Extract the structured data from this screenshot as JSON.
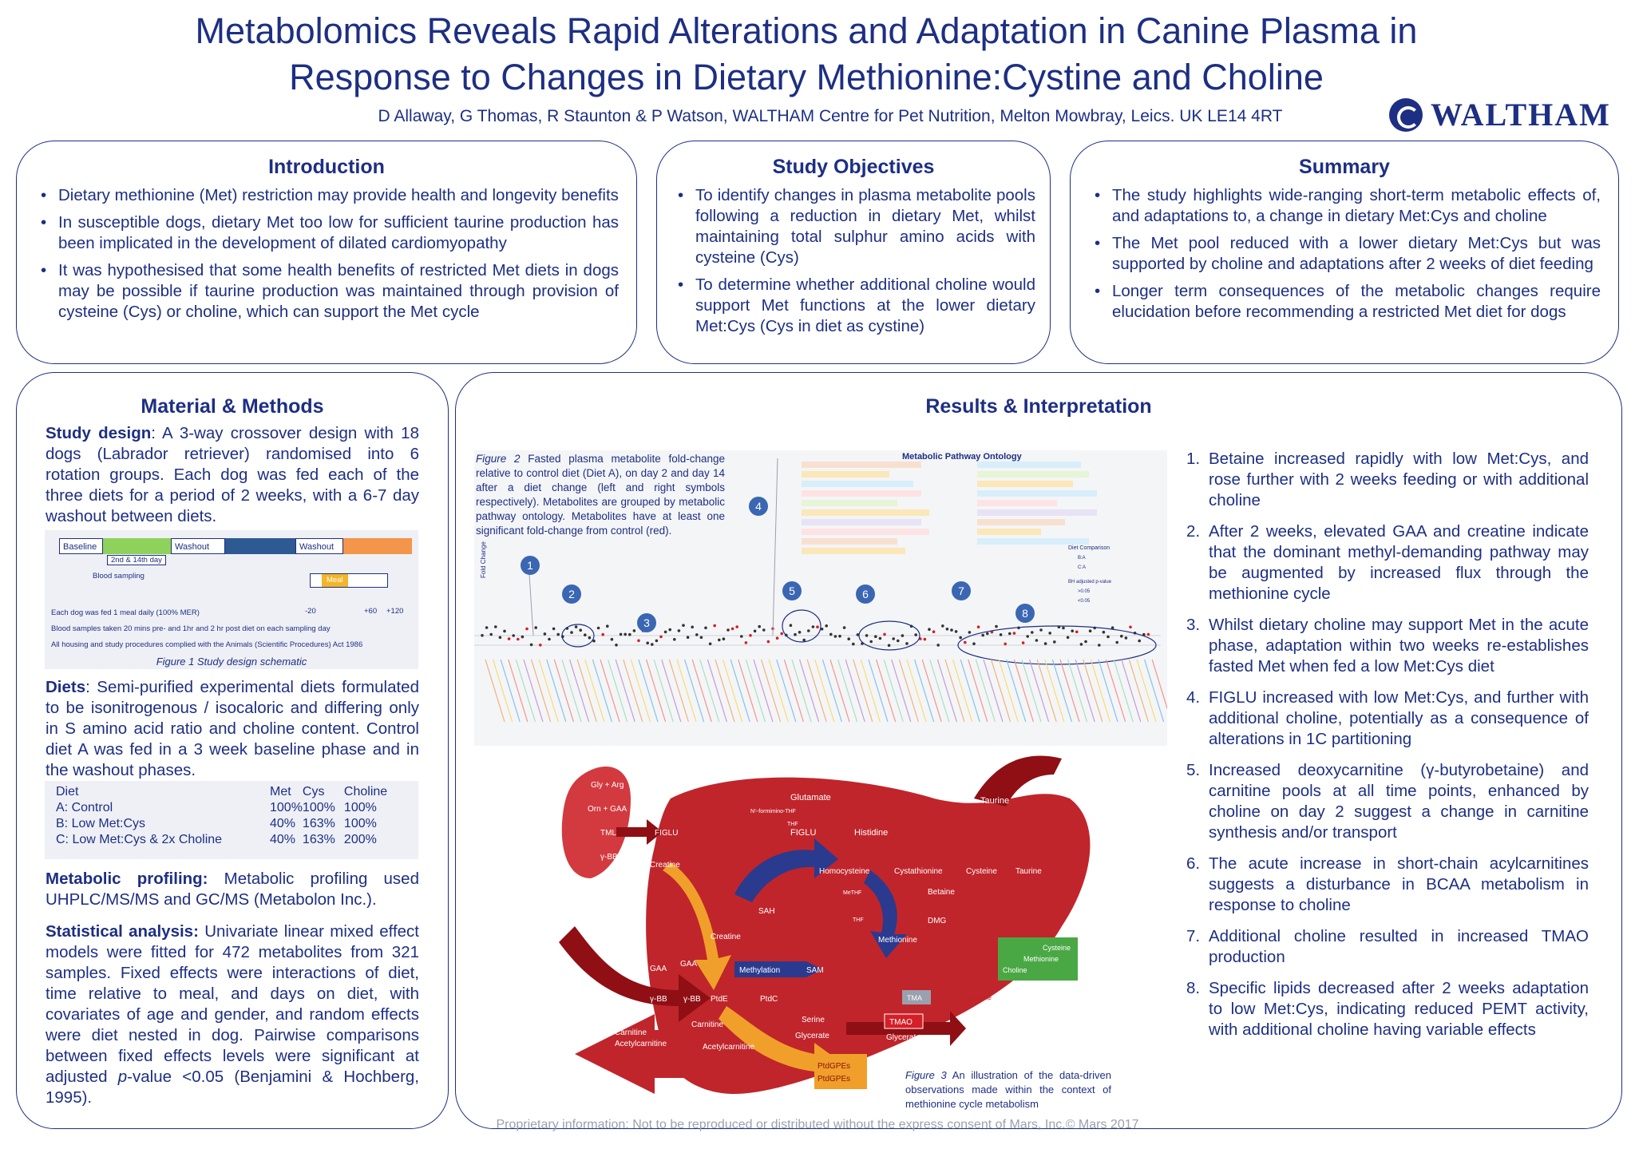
{
  "title_line1": "Metabolomics Reveals Rapid Alterations and Adaptation in Canine Plasma in",
  "title_line2": "Response to Changes in Dietary Methionine:Cystine and Choline",
  "authors": "D Allaway, G Thomas, R Staunton & P Watson, WALTHAM Centre for Pet Nutrition, Melton Mowbray, Leics. UK LE14 4RT",
  "logo_text": "WALTHAM",
  "intro": {
    "heading": "Introduction",
    "bullets": [
      "Dietary methionine (Met) restriction may provide health and longevity benefits",
      "In susceptible dogs, dietary Met too low for sufficient taurine production has been implicated in the development of dilated cardiomyopathy",
      "It was hypothesised that some health benefits of restricted Met diets in dogs may be possible if taurine production was maintained through provision of cysteine (Cys) or choline, which can support the Met cycle"
    ]
  },
  "objectives": {
    "heading": "Study Objectives",
    "bullets": [
      "To identify changes in plasma metabolite pools following a reduction in dietary Met, whilst maintaining total sulphur amino acids with cysteine (Cys)",
      "To determine whether additional choline would support Met functions at the lower dietary Met:Cys (Cys in diet as cystine)"
    ]
  },
  "summary": {
    "heading": "Summary",
    "bullets": [
      "The study highlights wide-ranging short-term metabolic effects of, and adaptations to, a change in dietary Met:Cys and choline",
      "The Met pool reduced with a lower dietary Met:Cys but was supported by choline and adaptations after 2 weeks of diet feeding",
      "Longer term consequences of the metabolic changes require elucidation before recommending a restricted Met diet for dogs"
    ]
  },
  "methods": {
    "heading": "Material & Methods",
    "design_label": "Study design",
    "design_text": ": A 3-way crossover design with 18 dogs (Labrador retriever) randomised into 6 rotation groups. Each dog was fed each of the three diets for a period of 2 weeks, with a 6-7 day washout between diets.",
    "fig1": {
      "seg_baseline": "Baseline",
      "seg_washout1": "Washout",
      "seg_washout2": "Washout",
      "sub_label": "2nd & 14th day",
      "sampling_label": "Blood sampling",
      "meal_label": "Meal",
      "tick_m20": "-20",
      "tick_p60": "+60",
      "tick_p120": "+120",
      "note1": "Each dog was fed 1 meal daily (100% MER)",
      "note2": "Blood samples taken 20 mins pre- and 1hr and 2 hr post diet on each sampling day",
      "note3": "All housing and study procedures complied with the Animals (Scientific Procedures) Act 1986",
      "caption": "Figure 1 Study design schematic"
    },
    "diets_label": "Diets",
    "diets_text": ": Semi-purified experimental diets formulated to be isonitrogenous / isocaloric and differing only in S amino acid ratio and choline content. Control diet A was fed in a 3 week baseline phase and in the washout phases.",
    "diet_table": {
      "headers": [
        "Diet",
        "Met",
        "Cys",
        "Choline"
      ],
      "rows": [
        [
          "A: Control",
          "100%",
          "100%",
          "100%"
        ],
        [
          "B: Low Met:Cys",
          "40%",
          "163%",
          "100%"
        ],
        [
          "C: Low Met:Cys & 2x Choline",
          "40%",
          "163%",
          "200%"
        ]
      ]
    },
    "profiling_label": "Metabolic profiling:",
    "profiling_text": " Metabolic profiling used UHPLC/MS/MS and GC/MS (Metabolon Inc.).",
    "stats_label": "Statistical analysis:",
    "stats_text_a": " Univariate linear mixed effect models were fitted for 472 metabolites from 321 samples. Fixed effects were interactions of diet, time relative to meal, and days on diet, with covariates of age and gender, and random effects were diet nested in dog. Pairwise comparisons between fixed effects levels were significant at adjusted ",
    "stats_p": "p",
    "stats_text_b": "-value <0.05 (Benjamini & Hochberg, 1995)."
  },
  "results": {
    "heading": "Results & Interpretation",
    "fig2_caption_label": "Figure 2",
    "fig2_caption": " Fasted plasma metabolite fold-change relative to control diet (Diet A), on day 2 and day 14 after a diet change (left and right symbols respectively). Metabolites are grouped by metabolic pathway ontology. Metabolites have at least one significant fold-change from control (red).",
    "fig2_title": "Metabolic Pathway Ontology",
    "fig2_yaxis": "Fold Change",
    "fig2_legend_title": "Diet Comparison",
    "fig2_legend_b": "B:A",
    "fig2_legend_c": "C:A",
    "fig2_legend_sig": "BH adjusted p-value",
    "fig2_legend_sig1": ">0.05",
    "fig2_legend_sig2": "<0.05",
    "markers": [
      "1",
      "2",
      "3",
      "4",
      "5",
      "6",
      "7",
      "8"
    ],
    "fig3": {
      "taurine": "Taurine",
      "glu": "Glutamate",
      "nform": "N⁵-formimino-THF",
      "thf": "THF",
      "figlu_left": "FIGLU",
      "figlu": "FIGLU",
      "histidine": "Histidine",
      "gly_arg": "Gly + Arg",
      "orn_gaa": "Orn + GAA",
      "tml": "TML",
      "gbb_top": "γ-BB",
      "creatine_top": "Creatine",
      "homocysteine": "Homocysteine",
      "cystathionine": "Cystathionine",
      "cysteine": "Cysteine",
      "taurine2": "Taurine",
      "methf": "MeTHF",
      "betaine": "Betaine",
      "sah": "SAH",
      "thf2": "THF",
      "dmg": "DMG",
      "methionine": "Methionine",
      "green_box_1": "Cysteine",
      "green_box_2": "Methionine",
      "green_box_3": "Choline",
      "creatine": "Creatine",
      "gaa_left": "GAA",
      "gaa": "GAA",
      "methylation": "Methylation",
      "sam": "SAM",
      "tma": "TMA",
      "methionine2": "Methionine",
      "gbb": "γ-BB",
      "gbb_left": "γ-BB",
      "ptde": "PtdE",
      "ptdc": "PtdC",
      "serine": "Serine",
      "tmao": "TMAO",
      "carnitine_left": "Carnitine",
      "acetylcarnitine_left": "Acetylcarnitine",
      "carnitine": "Carnitine",
      "acetylcarnitine": "Acetylcarnitine",
      "glycerate": "Glycerate",
      "glycerate2": "Glycerate",
      "ptdgpes": "PtdGPEs",
      "ptdgpes2": "PtdGPEs"
    },
    "fig3_caption_label": "Figure 3",
    "fig3_caption": " An illustration of the data-driven observations made within the context of methionine cycle metabolism",
    "items": [
      "Betaine increased rapidly with low Met:Cys, and rose further with 2 weeks feeding or with additional choline",
      "After 2 weeks, elevated GAA and creatine indicate that the dominant methyl-demanding pathway may be augmented by increased flux through the methionine cycle",
      "Whilst dietary choline may support Met in the acute phase, adaptation within two weeks re-establishes fasted Met when fed a low Met:Cys diet",
      "FIGLU increased with low Met:Cys, and further with additional choline, potentially as a consequence of alterations in 1C partitioning",
      "Increased deoxycarnitine (γ-butyrobetaine) and carnitine pools at all time points, enhanced by choline on day 2 suggest a change in carnitine synthesis and/or transport",
      "The acute increase in short-chain acylcarnitines suggests a disturbance in BCAA metabolism in response to choline",
      "Additional choline resulted in increased TMAO production",
      "Specific lipids decreased after 2 weeks adaptation to low Met:Cys, indicating reduced PEMT activity, with additional choline having variable effects"
    ],
    "item_numbers": [
      "1.",
      "2.",
      "3.",
      "4.",
      "5.",
      "6.",
      "7.",
      "8."
    ]
  },
  "footer": "Proprietary information: Not to be reproduced or distributed without the express consent of Mars, Inc.© Mars 2017",
  "colors": {
    "navy": "#1d2f83",
    "liver_red": "#b81c22",
    "dark_red": "#8f0f14",
    "orange": "#f0a02a",
    "green": "#4aa844"
  }
}
